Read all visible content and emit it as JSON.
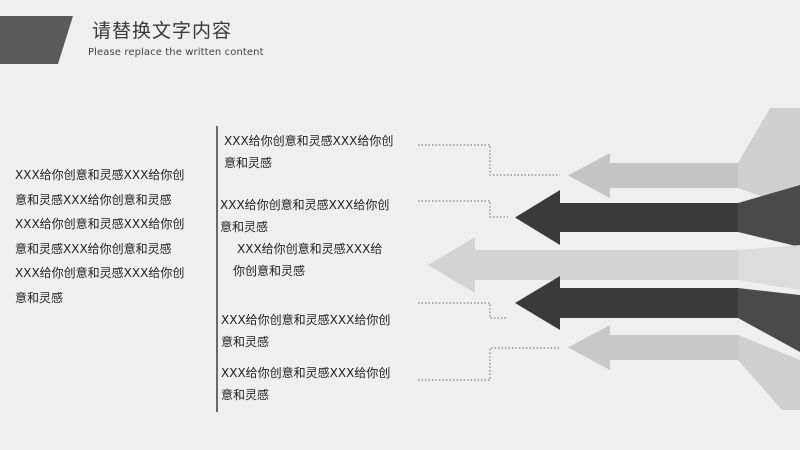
{
  "header": {
    "title": "请替换文字内容",
    "subtitle": "Please replace the written content"
  },
  "left_paragraph": {
    "lines": [
      "XXX给你创意和灵感XXX给你创",
      "意和灵感XXX给你创意和灵感",
      "XXX给你创意和灵感XXX给你创",
      "意和灵感XXX给你创意和灵感",
      "XXX给你创意和灵感XXX给你创",
      "意和灵感"
    ]
  },
  "items": [
    {
      "line1": "XXX给你创意和灵感XXX给你创",
      "line2": "意和灵感"
    },
    {
      "line1": "XXX给你创意和灵感XXX给你创",
      "line2": "意和灵感"
    },
    {
      "line1": "XXX给你创意和灵感XXX给",
      "line2": "你创意和灵感"
    },
    {
      "line1": "XXX给你创意和灵感XXX给你创",
      "line2": "意和灵感"
    },
    {
      "line1": "XXX给你创意和灵感XXX给你创",
      "line2": "意和灵感"
    }
  ],
  "colors": {
    "background": "#efefef",
    "arrow_light": "#c9c9c9",
    "arrow_dark": "#3b3b3b",
    "header_bar": "#5a5a5a"
  }
}
